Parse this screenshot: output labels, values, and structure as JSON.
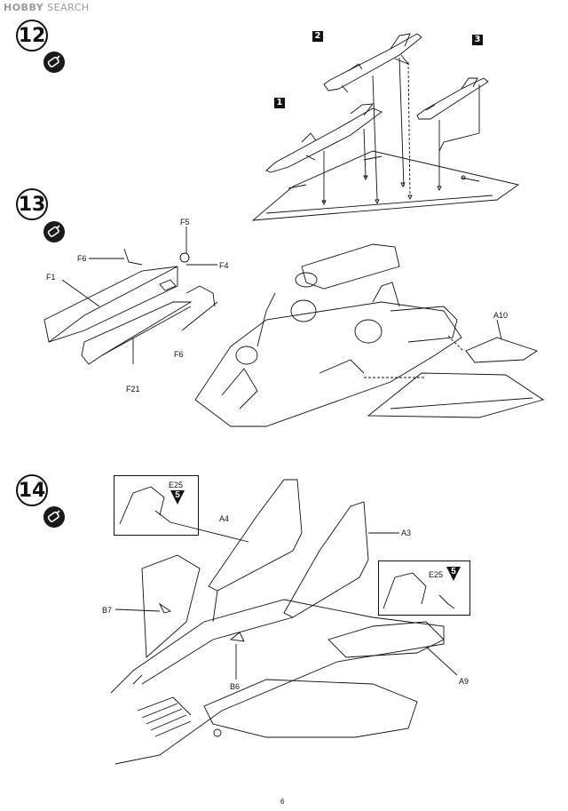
{
  "watermark": {
    "brand": "HOBBY",
    "suffix": "SEARCH"
  },
  "steps": [
    {
      "number": "12",
      "glue_icon": "cement-tube-icon"
    },
    {
      "number": "13",
      "glue_icon": "cement-tube-icon"
    },
    {
      "number": "14",
      "glue_icon": "cement-tube-icon"
    }
  ],
  "step12": {
    "missile_numbers": [
      "1",
      "2",
      "3"
    ]
  },
  "step13": {
    "labels": {
      "f5": "F5",
      "f6_top": "F6",
      "f4": "F4",
      "f1": "F1",
      "f6_bottom": "F6",
      "f21": "F21",
      "a10": "A10"
    }
  },
  "step14": {
    "labels": {
      "a4": "A4",
      "a3": "A3",
      "b7": "B7",
      "b6": "B6",
      "a9": "A9"
    },
    "inset_left": {
      "part": "E25",
      "arrow_num": "5"
    },
    "inset_right": {
      "part": "E25",
      "arrow_num": "5"
    }
  },
  "page_number": "6"
}
